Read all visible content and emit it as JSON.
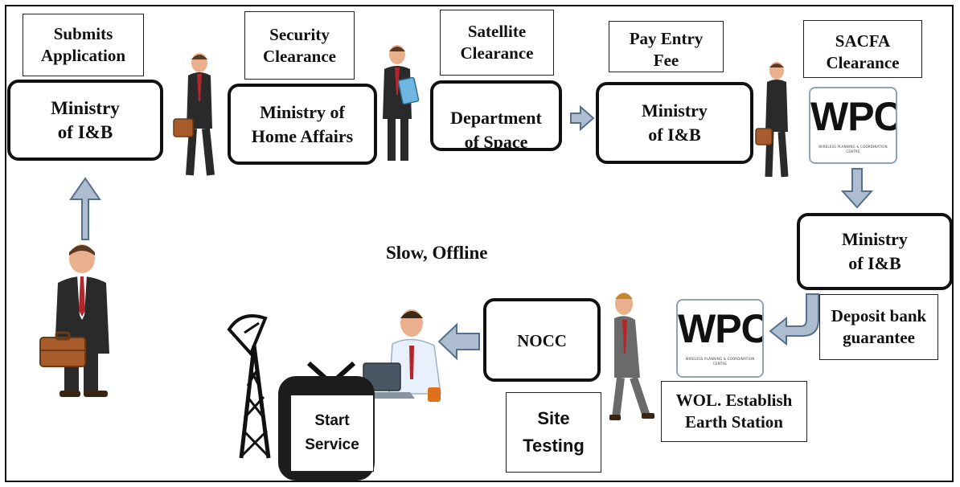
{
  "top_labels": {
    "submits_application": "Submits\nApplication",
    "security_clearance": "Security\nClearance",
    "satellite_clearance": "Satellite\nClearance",
    "pay_entry_fee": "Pay Entry\nFee",
    "sacfa_clearance": "SACFA\nClearance"
  },
  "offices": {
    "ministry_ib_1": "Ministry\nof I&B",
    "ministry_home_affairs": "Ministry of\nHome Affairs",
    "department_of_space": "Department\nof Space",
    "ministry_ib_2": "Ministry\nof I&B",
    "ministry_ib_3": "Ministry\nof I&B",
    "nocc": "NOCC"
  },
  "wpc_logo": {
    "text": "WPC",
    "caption": "WIRELESS PLANNING & COORDINATION\nCENTRE"
  },
  "side_labels": {
    "deposit_bank_guarantee": "Deposit bank\nguarantee",
    "wol_establish": "WOL. Establish\nEarth Station",
    "site_testing": "Site\nTesting",
    "start_service": "Start\nService"
  },
  "center_text": "Slow, Offline",
  "colors": {
    "arrow_fill": "#aebed0",
    "arrow_stroke": "#55708f",
    "suit": "#2a2a2a",
    "tie": "#b3262b",
    "briefcase": "#a85b2b",
    "skin": "#e8b08c"
  }
}
